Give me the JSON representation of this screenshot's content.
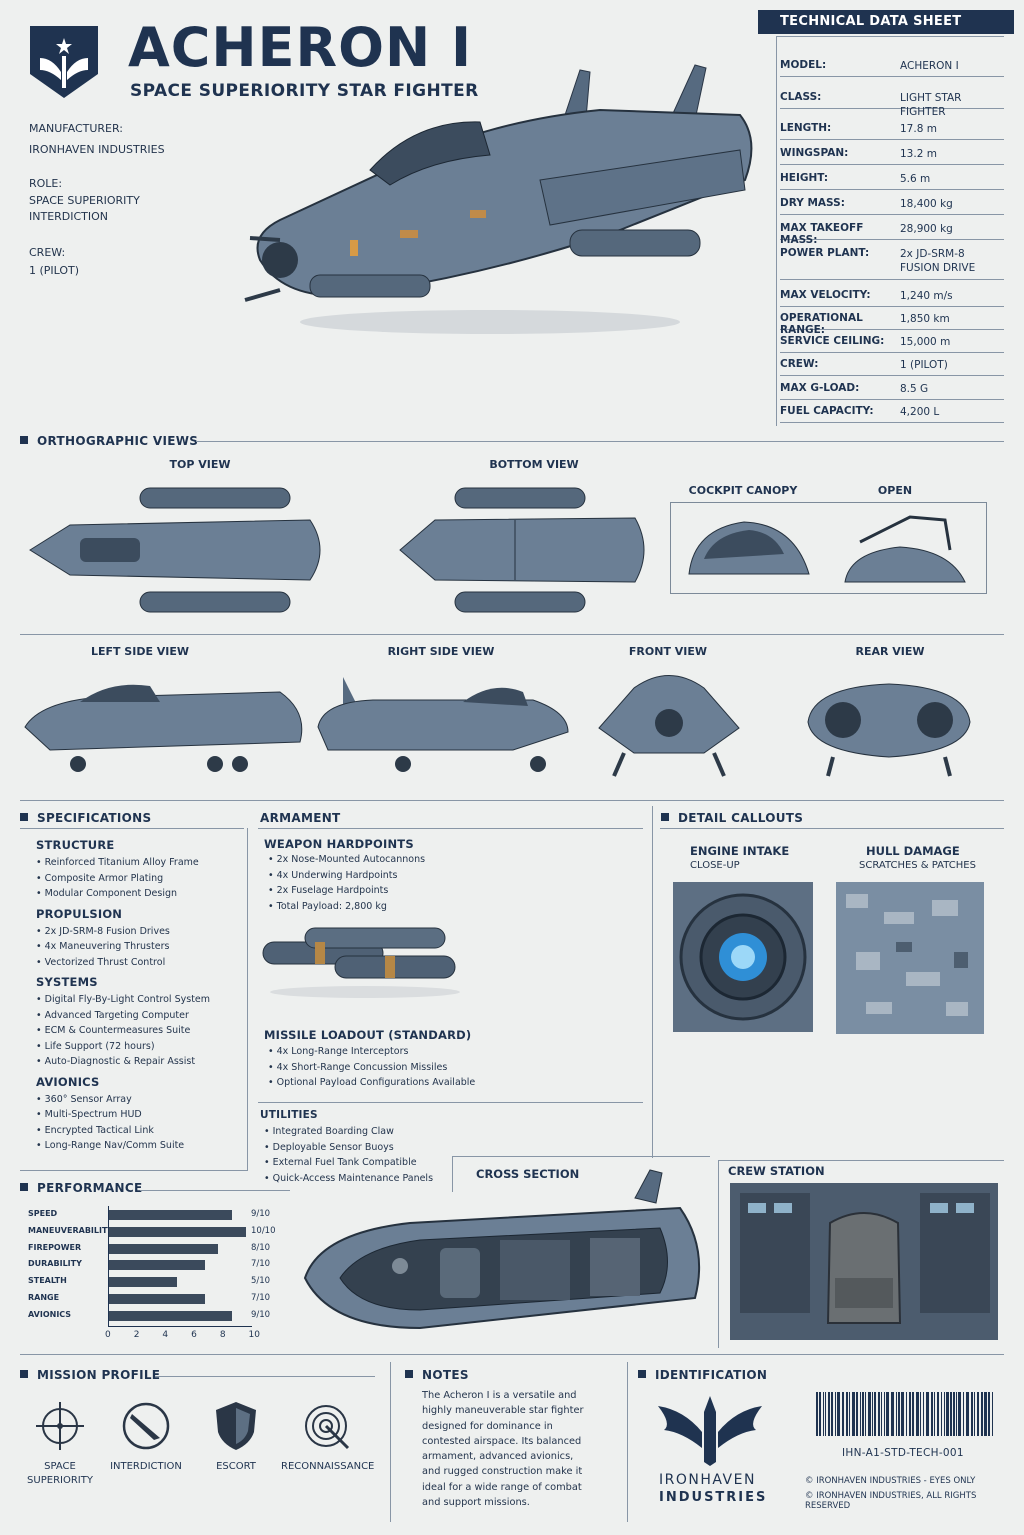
{
  "header": {
    "title": "ACHERON I",
    "subtitle": "SPACE SUPERIORITY STAR FIGHTER",
    "manufacturer_label": "MANUFACTURER:",
    "manufacturer": "IRONHAVEN INDUSTRIES",
    "role_label": "ROLE:",
    "role_line1": "SPACE SUPERIORITY",
    "role_line2": "INTERDICTION",
    "crew_label": "CREW:",
    "crew": "1 (PILOT)"
  },
  "tech_sheet": {
    "title": "TECHNICAL DATA SHEET",
    "rows": [
      {
        "k": "MODEL:",
        "v": "ACHERON I"
      },
      {
        "k": "CLASS:",
        "v": "LIGHT STAR FIGHTER"
      },
      {
        "k": "LENGTH:",
        "v": "17.8 m"
      },
      {
        "k": "WINGSPAN:",
        "v": "13.2 m"
      },
      {
        "k": "HEIGHT:",
        "v": "5.6 m"
      },
      {
        "k": "DRY MASS:",
        "v": "18,400 kg"
      },
      {
        "k": "MAX TAKEOFF MASS:",
        "v": "28,900 kg"
      },
      {
        "k": "POWER PLANT:",
        "v": "2x JD-SRM-8",
        "v2": "FUSION DRIVE"
      },
      {
        "k": "MAX VELOCITY:",
        "v": "1,240 m/s"
      },
      {
        "k": "OPERATIONAL RANGE:",
        "v": "1,850 km"
      },
      {
        "k": "SERVICE CEILING:",
        "v": "15,000 m"
      },
      {
        "k": "CREW:",
        "v": "1 (PILOT)"
      },
      {
        "k": "MAX G-LOAD:",
        "v": "8.5 G"
      },
      {
        "k": "FUEL CAPACITY:",
        "v": "4,200 L"
      }
    ]
  },
  "ortho": {
    "title": "ORTHOGRAPHIC VIEWS",
    "top": "TOP VIEW",
    "bottom": "BOTTOM VIEW",
    "canopy": "COCKPIT CANOPY",
    "open": "OPEN",
    "left": "LEFT SIDE VIEW",
    "right": "RIGHT SIDE VIEW",
    "front": "FRONT VIEW",
    "rear": "REAR VIEW"
  },
  "specs": {
    "title": "SPECIFICATIONS",
    "groups": [
      {
        "name": "STRUCTURE",
        "items": [
          "Reinforced Titanium Alloy Frame",
          "Composite Armor Plating",
          "Modular Component Design"
        ]
      },
      {
        "name": "PROPULSION",
        "items": [
          "2x JD-SRM-8 Fusion Drives",
          "4x Maneuvering Thrusters",
          "Vectorized Thrust Control"
        ]
      },
      {
        "name": "SYSTEMS",
        "items": [
          "Digital Fly-By-Light Control System",
          "Advanced Targeting Computer",
          "ECM & Countermeasures Suite",
          "Life Support (72 hours)",
          "Auto-Diagnostic & Repair Assist"
        ]
      },
      {
        "name": "AVIONICS",
        "items": [
          "360° Sensor Array",
          "Multi-Spectrum HUD",
          "Encrypted Tactical Link",
          "Long-Range Nav/Comm Suite"
        ]
      }
    ]
  },
  "armament": {
    "title": "ARMAMENT",
    "hardpoints_title": "WEAPON HARDPOINTS",
    "hardpoints": [
      "2x Nose-Mounted Autocannons",
      "4x Underwing Hardpoints",
      "2x Fuselage Hardpoints",
      "Total Payload: 2,800 kg"
    ],
    "missile_title": "MISSILE LOADOUT (STANDARD)",
    "missiles": [
      "4x Long-Range Interceptors",
      "4x Short-Range Concussion Missiles",
      "Optional Payload Configurations Available"
    ],
    "utilities_title": "UTILITIES",
    "utilities": [
      "Integrated Boarding Claw",
      "Deployable Sensor Buoys",
      "External Fuel Tank Compatible",
      "Quick-Access Maintenance Panels"
    ]
  },
  "callouts": {
    "title": "DETAIL CALLOUTS",
    "engine_title": "ENGINE INTAKE",
    "engine_sub": "CLOSE-UP",
    "hull_title": "HULL DAMAGE",
    "hull_sub": "SCRATCHES & PATCHES"
  },
  "performance": {
    "title": "PERFORMANCE",
    "ticks": [
      "0",
      "2",
      "4",
      "6",
      "8",
      "10"
    ]
  },
  "chart_data": {
    "type": "bar",
    "title": "PERFORMANCE",
    "categories": [
      "SPEED",
      "MANEUVERABILITY",
      "FIREPOWER",
      "DURABILITY",
      "STEALTH",
      "RANGE",
      "AVIONICS"
    ],
    "values": [
      9,
      10,
      8,
      7,
      5,
      7,
      9
    ],
    "value_labels": [
      "9/10",
      "10/10",
      "8/10",
      "7/10",
      "5/10",
      "7/10",
      "9/10"
    ],
    "xlim": [
      0,
      10
    ]
  },
  "cross_section": {
    "title": "CROSS SECTION"
  },
  "crew_station": {
    "title": "CREW STATION"
  },
  "mission": {
    "title": "MISSION PROFILE",
    "items": [
      {
        "l1": "SPACE",
        "l2": "SUPERIORITY",
        "icon": "crosshair-icon"
      },
      {
        "l1": "INTERDICTION",
        "l2": "",
        "icon": "compass-icon"
      },
      {
        "l1": "ESCORT",
        "l2": "",
        "icon": "shield-icon"
      },
      {
        "l1": "RECONNAISSANCE",
        "l2": "",
        "icon": "radar-icon"
      }
    ]
  },
  "notes": {
    "title": "NOTES",
    "lines": [
      "The Acheron I is a versatile and",
      "highly maneuverable star fighter",
      "designed for dominance in",
      "contested airspace. Its balanced",
      "armament, advanced avionics,",
      "and rugged construction make it",
      "ideal for a wide range of combat",
      "and support missions."
    ]
  },
  "identification": {
    "title": "IDENTIFICATION",
    "brand1": "IRONHAVEN",
    "brand2": "INDUSTRIES",
    "code": "IHN-A1-STD-TECH-001",
    "copy1": "© IRONHAVEN INDUSTRIES - EYES ONLY",
    "copy2": "© IRONHAVEN INDUSTRIES, ALL RIGHTS RESERVED"
  }
}
